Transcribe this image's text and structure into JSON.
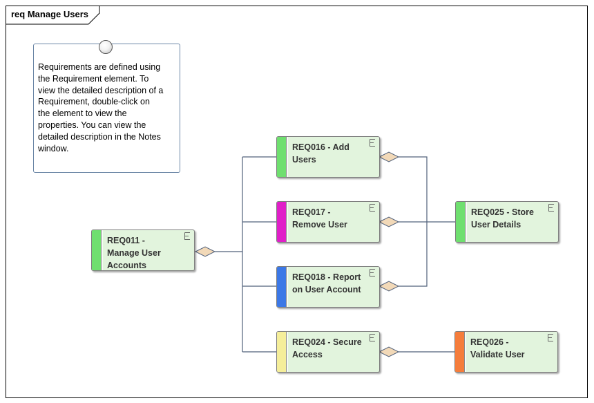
{
  "frame": {
    "title": "req Manage Users"
  },
  "note": {
    "lines": [
      "Requirements are defined using",
      "the Requirement element.  To",
      "view the detailed description of a",
      "Requirement, double-click on",
      "the element to view the",
      "properties. You can view the",
      "detailed description in the Notes",
      "window."
    ]
  },
  "requirements": [
    {
      "id": "req011",
      "label": "REQ011 -\nManage User\nAccounts",
      "color": "#6fdf6f"
    },
    {
      "id": "req016",
      "label": "REQ016 - Add\nUsers",
      "color": "#6fdf6f"
    },
    {
      "id": "req017",
      "label": "REQ017 -\nRemove User",
      "color": "#e020c8"
    },
    {
      "id": "req018",
      "label": "REQ018 - Report\non User Account",
      "color": "#3c78e6"
    },
    {
      "id": "req024",
      "label": "REQ024 - Secure\nAccess",
      "color": "#f5ee9a"
    },
    {
      "id": "req025",
      "label": "REQ025 - Store\nUser Details",
      "color": "#6fdf6f"
    },
    {
      "id": "req026",
      "label": "REQ026 -\nValidate User",
      "color": "#f57d3c"
    }
  ],
  "colors": {
    "requirement_fill": "#e2f4dd",
    "connector": "#50607a",
    "diamond": "#f2d9b8",
    "note_border": "#6b86a6"
  }
}
